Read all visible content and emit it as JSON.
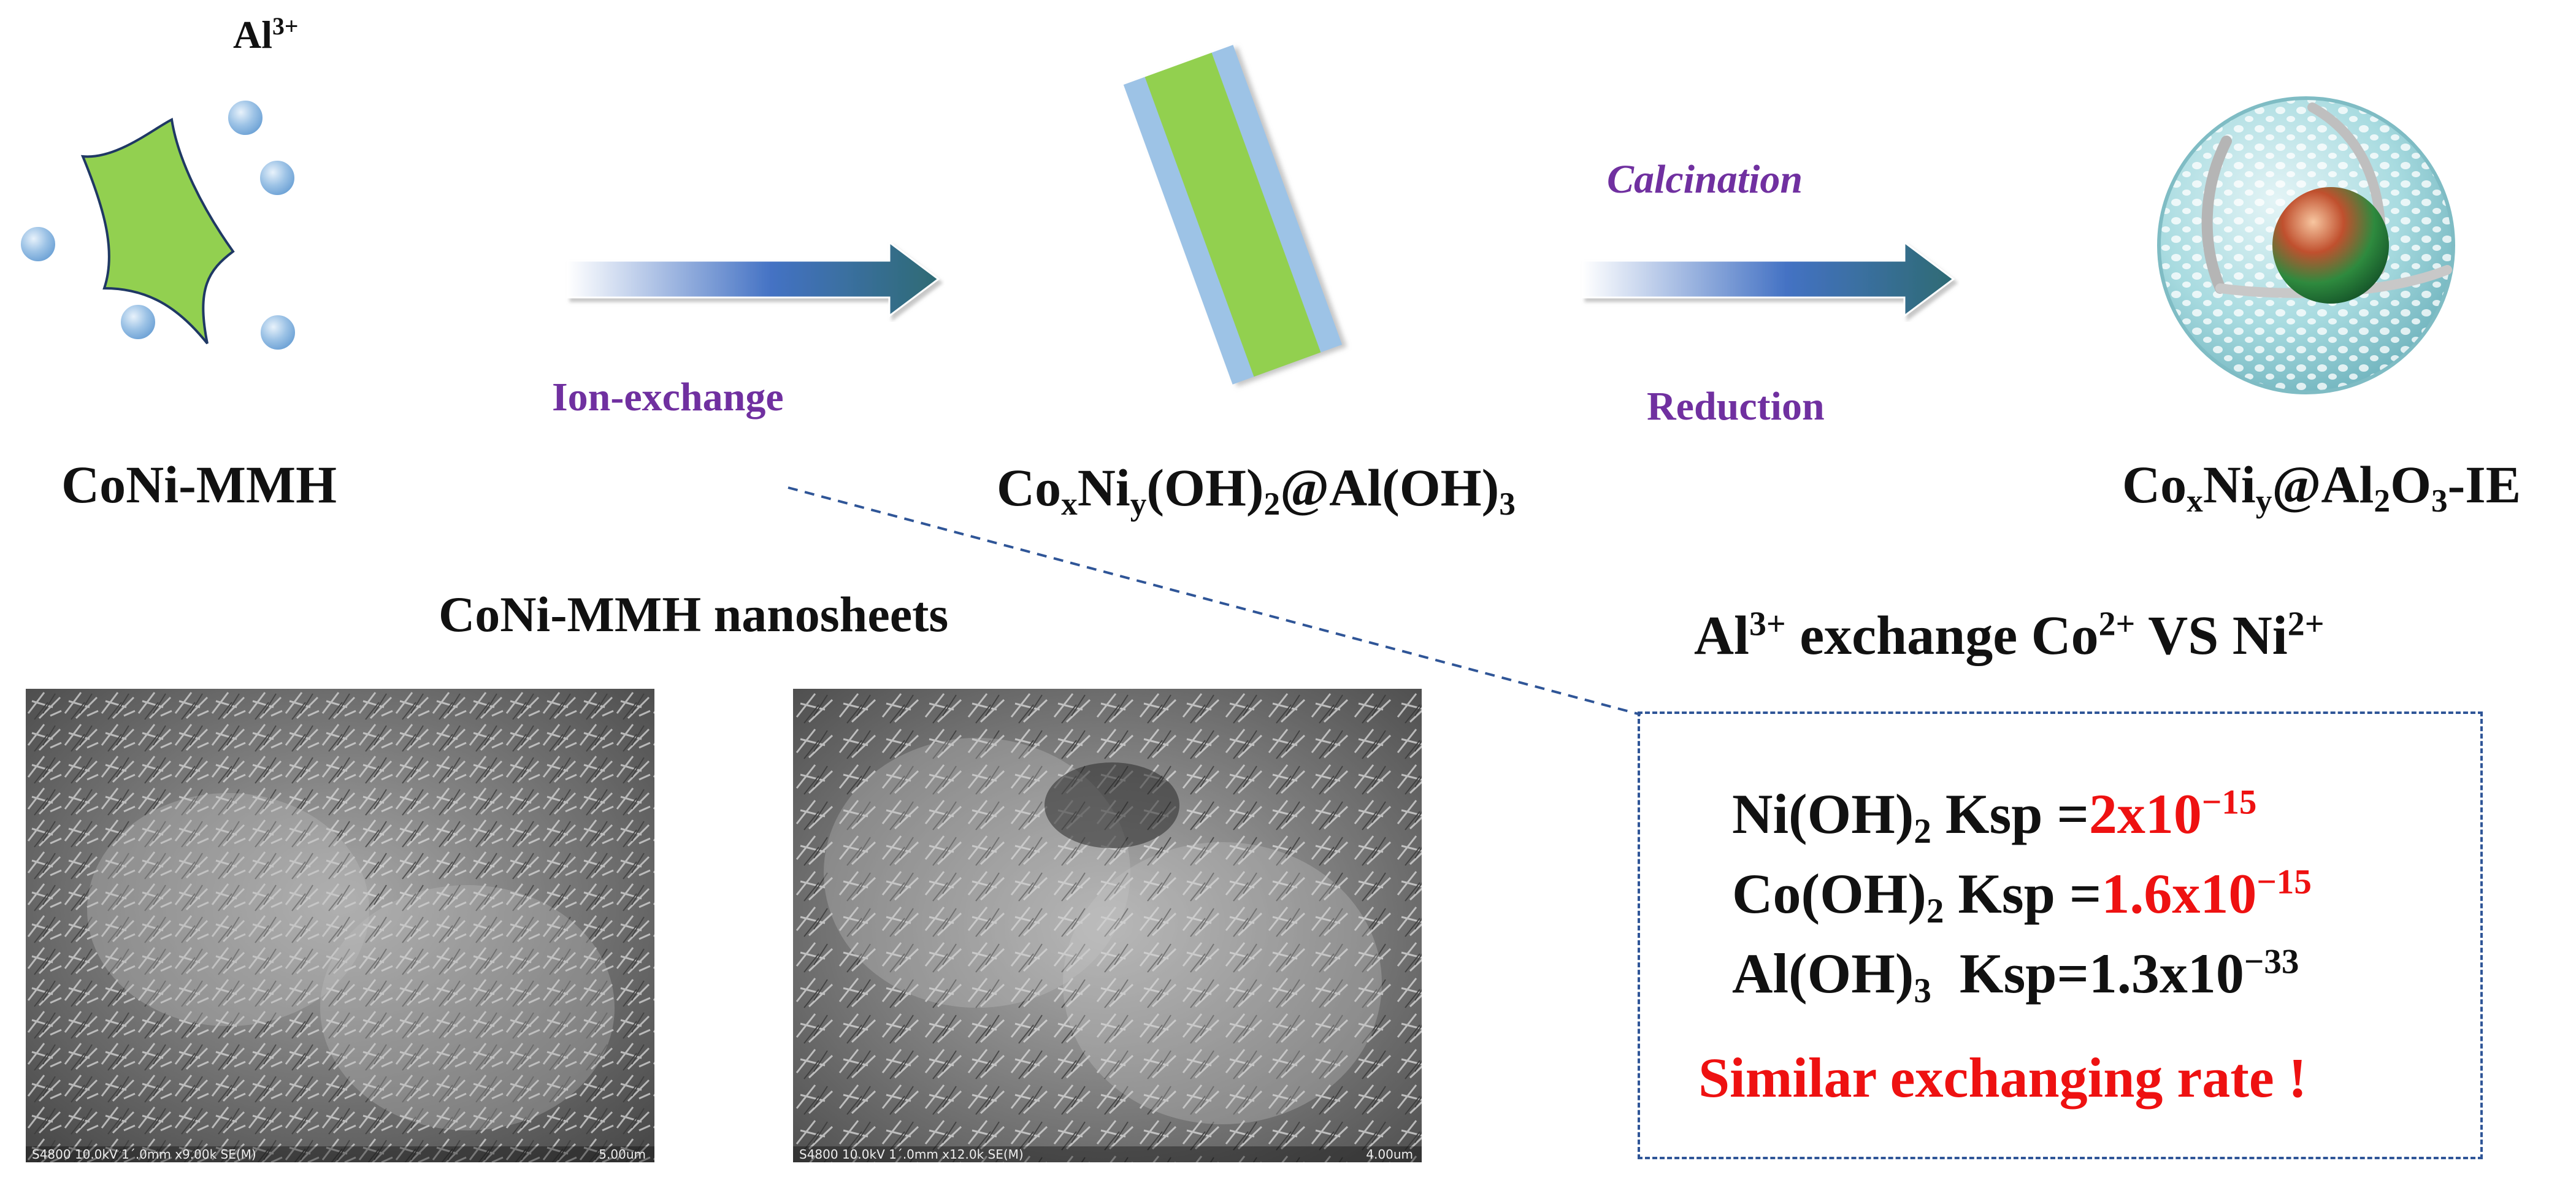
{
  "top": {
    "al_ion_label": "Al",
    "al_ion_charge": "3+",
    "coni_mmh_label": "CoNi-MMH",
    "arrow1_label": "Ion-exchange",
    "middle_label": {
      "co": "Co",
      "x": "x",
      "ni": "Ni",
      "y": "y",
      "oh": "(OH)",
      "two": "2",
      "al": "@Al(OH)",
      "three": "3"
    },
    "arrow2_top_label": "Calcination",
    "arrow2_bottom_label": "Reduction",
    "final_label": {
      "co": "Co",
      "x": "x",
      "ni": "Ni",
      "y": "y",
      "al": "@Al",
      "two": "2",
      "o": "O",
      "three": "3",
      "ie": "-IE"
    }
  },
  "sem": {
    "title": "CoNi-MMH nanosheets",
    "image1": {
      "caption": "S4800 10.0kV 1´.0mm x9.00k SE(M)",
      "scale": "5.00um"
    },
    "image2": {
      "caption": "S4800 10.0kV 1´.0mm x12.0k SE(M)",
      "scale": "4.00um"
    }
  },
  "exchange": {
    "heading_al": "Al",
    "heading_al_charge": "3+",
    "heading_mid": " exchange Co",
    "heading_co_charge": "2+",
    "heading_vs": " VS Ni",
    "heading_ni_charge": "2+",
    "rows": [
      {
        "name": "Ni(OH)",
        "sub": "2",
        "ksp_label": " Ksp =",
        "value": "2x10",
        "exp": "−15"
      },
      {
        "name": "Co(OH)",
        "sub": "2",
        "ksp_label": " Ksp =",
        "value": "1.6x10",
        "exp": "−15"
      },
      {
        "name": "Al(OH)",
        "sub": "3",
        "ksp_label": "  Ksp=",
        "value": "1.3x10",
        "exp": "−33"
      }
    ],
    "conclusion": "Similar exchanging rate !"
  },
  "colors": {
    "sheet_green": "#92d050",
    "sheet_blue": "#9dc3e6",
    "ion_blue": "#9dc3e6",
    "arrow_blue": "#4472c4",
    "arrow_teal": "#2e6b73",
    "purple_text": "#7030a0",
    "red_text": "#ee1111",
    "dashed_box": "#2f5597"
  },
  "icons": [
    "al-ion-sphere",
    "nanosheet",
    "process-arrow",
    "core-shell-sphere"
  ]
}
